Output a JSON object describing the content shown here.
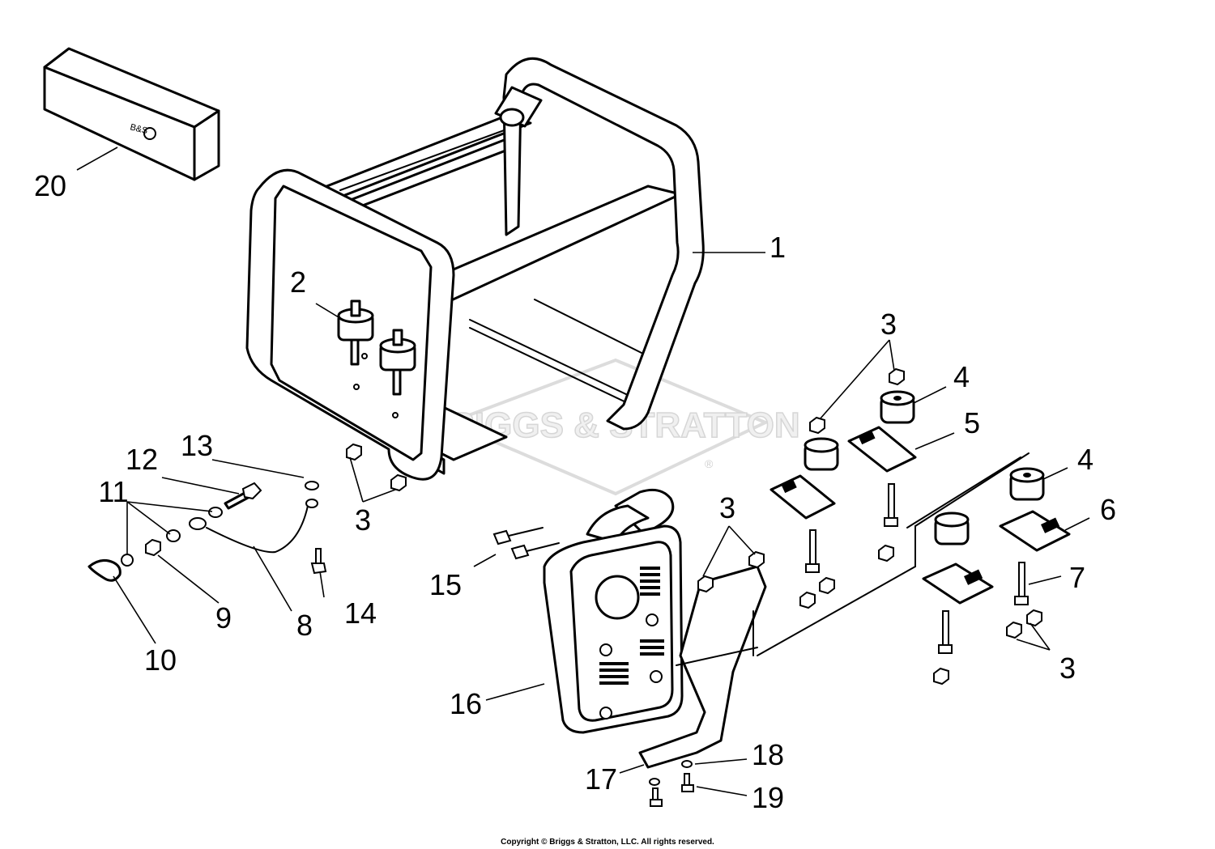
{
  "watermark": {
    "text": "BRIGGS & STRATTON",
    "registered": "®"
  },
  "copyright": "Copyright © Briggs & Stratton, LLC. All rights reserved.",
  "decal": {
    "text": "B&S"
  },
  "callouts": [
    {
      "key": "c1",
      "label": "1"
    },
    {
      "key": "c2",
      "label": "2"
    },
    {
      "key": "c3a",
      "label": "3"
    },
    {
      "key": "c3b",
      "label": "3"
    },
    {
      "key": "c3c",
      "label": "3"
    },
    {
      "key": "c3d",
      "label": "3"
    },
    {
      "key": "c4a",
      "label": "4"
    },
    {
      "key": "c4b",
      "label": "4"
    },
    {
      "key": "c5",
      "label": "5"
    },
    {
      "key": "c6",
      "label": "6"
    },
    {
      "key": "c7",
      "label": "7"
    },
    {
      "key": "c8",
      "label": "8"
    },
    {
      "key": "c9",
      "label": "9"
    },
    {
      "key": "c10",
      "label": "10"
    },
    {
      "key": "c11",
      "label": "11"
    },
    {
      "key": "c12",
      "label": "12"
    },
    {
      "key": "c13",
      "label": "13"
    },
    {
      "key": "c14",
      "label": "14"
    },
    {
      "key": "c15",
      "label": "15"
    },
    {
      "key": "c16",
      "label": "16"
    },
    {
      "key": "c17",
      "label": "17"
    },
    {
      "key": "c18",
      "label": "18"
    },
    {
      "key": "c19",
      "label": "19"
    },
    {
      "key": "c20",
      "label": "20"
    }
  ]
}
